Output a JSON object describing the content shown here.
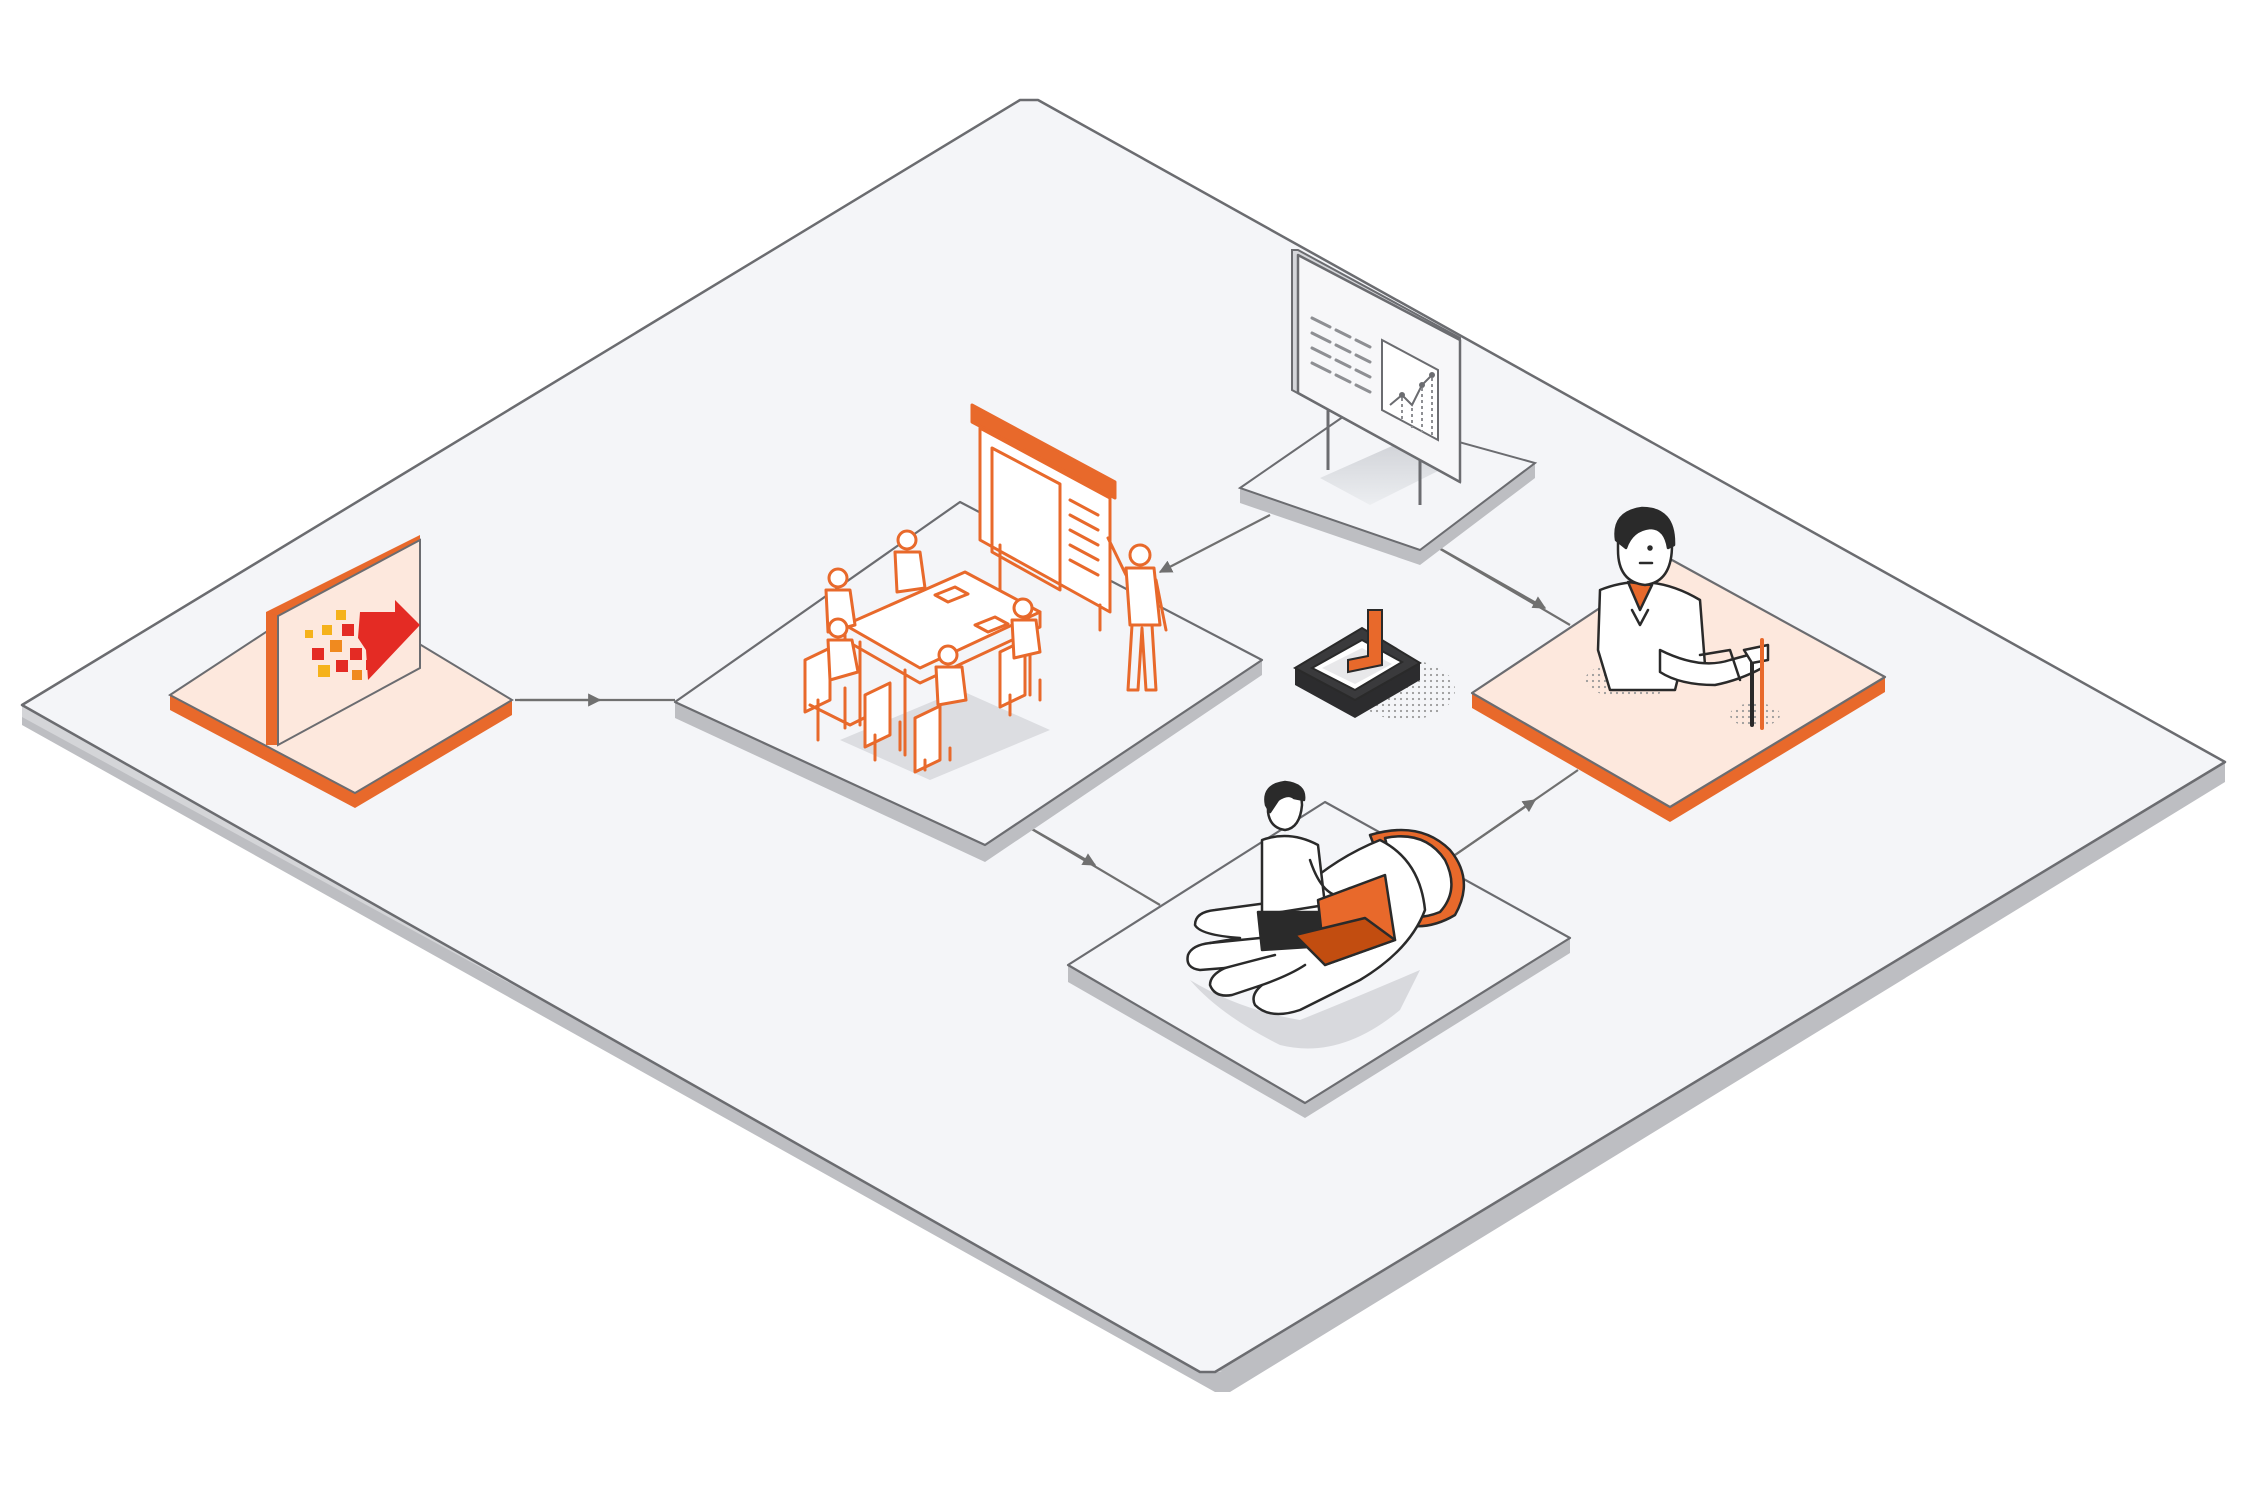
{
  "diagram": {
    "nodes": [
      {
        "id": "brand-card",
        "icon": "pixel-arrow-logo-icon"
      },
      {
        "id": "team-meeting",
        "icon": "meeting-room-icon"
      },
      {
        "id": "analytics-dashboard",
        "icon": "analytics-monitor-icon"
      },
      {
        "id": "decision-hub",
        "icon": "junction-box-icon"
      },
      {
        "id": "advisor",
        "icon": "support-person-icon"
      },
      {
        "id": "empowered-worker",
        "icon": "hand-holding-worker-icon"
      }
    ],
    "flows": [
      {
        "from": "brand-card",
        "to": "team-meeting"
      },
      {
        "from": "analytics-dashboard",
        "to": "team-meeting"
      },
      {
        "from": "analytics-dashboard",
        "to": "advisor"
      },
      {
        "from": "team-meeting",
        "to": "empowered-worker"
      },
      {
        "from": "empowered-worker",
        "to": "advisor"
      }
    ]
  },
  "colors": {
    "accent": "#e8692b",
    "accent_dark": "#c24d10",
    "logo_red": "#e42b24",
    "logo_yellow": "#f5b21b",
    "tile": "#f4f5f8",
    "tile_pink": "#fde8dd",
    "line": "#6f7075",
    "ink": "#2a2a2a"
  }
}
